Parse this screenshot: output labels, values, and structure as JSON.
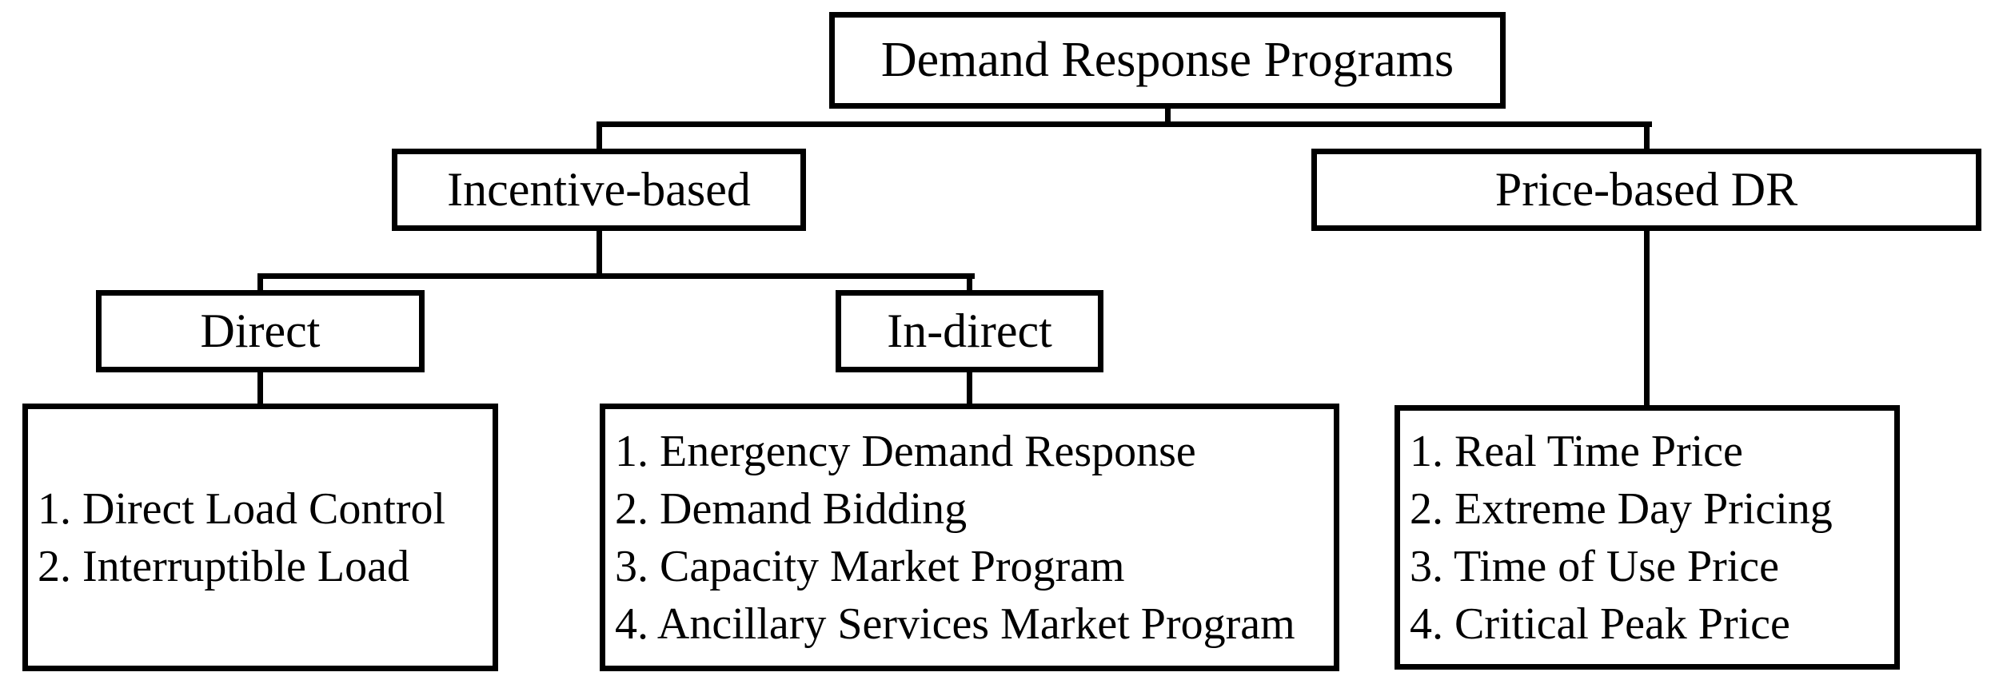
{
  "diagram": {
    "root": {
      "label": "Demand Response Programs"
    },
    "branches": [
      {
        "label": "Incentive-based",
        "children": [
          {
            "label": "Direct",
            "items": [
              "1. Direct Load Control",
              "2. Interruptible Load"
            ]
          },
          {
            "label": "In-direct",
            "items": [
              "1. Energency Demand Response",
              "2. Demand Bidding",
              "3. Capacity Market Program",
              "4. Ancillary Services Market Program"
            ]
          }
        ]
      },
      {
        "label": "Price-based DR",
        "items": [
          "1. Real Time Price",
          "2. Extreme Day Pricing",
          "3. Time of Use Price",
          "4. Critical Peak Price"
        ]
      }
    ],
    "colors": {
      "line": "#000000",
      "background": "#ffffff",
      "text": "#000000"
    }
  }
}
